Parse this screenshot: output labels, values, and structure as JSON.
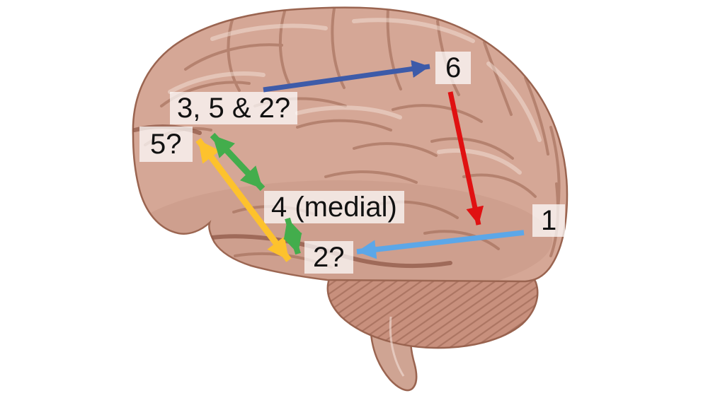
{
  "page": {
    "background": "#ffffff",
    "description": "Lateral view illustration of a human brain annotated with numbered region labels and colored arrows"
  },
  "labels": {
    "combo": "3, 5 & 2?",
    "five": "5?",
    "four_medial": "4 (medial)",
    "two": "2?",
    "six": "6",
    "one": "1"
  },
  "arrows": {
    "blue": {
      "color": "#3D5BA9",
      "heads": "single",
      "from": "3, 5 & 2?",
      "to": "6"
    },
    "red": {
      "color": "#E01112",
      "heads": "single",
      "from": "6",
      "to": "1"
    },
    "light_blue": {
      "color": "#5CA7E8",
      "heads": "single",
      "from": "1",
      "to": "2?"
    },
    "yellow": {
      "color": "#FDC22D",
      "heads": "double",
      "from": "5?",
      "to": "2?"
    },
    "green_long": {
      "color": "#43AD4C",
      "heads": "double",
      "from": "3, 5 & 2?",
      "to": "4 (medial)"
    },
    "green_short": {
      "color": "#43AD4C",
      "heads": "double",
      "from": "4 (medial)",
      "to": "2?"
    }
  },
  "illustration": {
    "name": "human-brain-lateral-view",
    "colors": {
      "base": "#D5A796",
      "highlight": "#F4E1D8",
      "shadow": "#B07D6C",
      "outline": "#9A6450",
      "crease": "#8C5443",
      "cerebellum": "#C8907D",
      "folia": "#8F5A48",
      "stem": "#CFA493"
    }
  }
}
